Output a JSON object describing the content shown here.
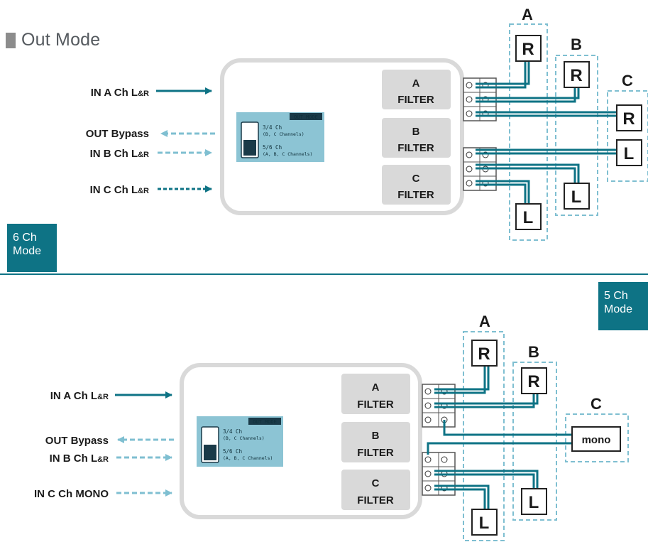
{
  "title": "Out Mode",
  "colors": {
    "accent": "#0e7385",
    "light": "#7fbfd1",
    "panel": "#d9d9d9",
    "switch_panel": "#8cc4d4"
  },
  "sections": [
    {
      "mode_label_line1": "6 Ch",
      "mode_label_line2": "Mode",
      "inputs": [
        "IN A Ch L",
        "IN B Ch L",
        "IN C Ch L"
      ],
      "inputs_suffix": "&R",
      "output": "OUT Bypass",
      "filters": [
        {
          "line1": "A",
          "line2": "FILTER"
        },
        {
          "line1": "B",
          "line2": "FILTER"
        },
        {
          "line1": "C",
          "line2": "FILTER"
        }
      ],
      "switch": {
        "badge": "OUT MODE",
        "opt1_line1": "3/4 Ch",
        "opt1_line2": "(B, C Channels)",
        "opt2_line1": "5/6 Ch",
        "opt2_line2": "(A, B, C Channels)"
      },
      "groups": [
        "A",
        "B",
        "C"
      ],
      "speakers": {
        "a_top": "R",
        "a_bottom": "L",
        "b_top": "R",
        "b_bottom": "L",
        "c_top": "R",
        "c_bottom": "L"
      }
    },
    {
      "mode_label_line1": "5 Ch",
      "mode_label_line2": "Mode",
      "inputs": [
        "IN A Ch L",
        "IN B Ch L",
        "IN C Ch MONO"
      ],
      "inputs_suffix": "&R",
      "output": "OUT Bypass",
      "filters": [
        {
          "line1": "A",
          "line2": "FILTER"
        },
        {
          "line1": "B",
          "line2": "FILTER"
        },
        {
          "line1": "C",
          "line2": "FILTER"
        }
      ],
      "switch": {
        "badge": "OUT MODE",
        "opt1_line1": "3/4 Ch",
        "opt1_line2": "(B, C Channels)",
        "opt2_line1": "5/6 Ch",
        "opt2_line2": "(A, B, C Channels)"
      },
      "groups": [
        "A",
        "B",
        "C"
      ],
      "speakers": {
        "a_top": "R",
        "a_bottom": "L",
        "b_top": "R",
        "b_bottom": "L",
        "c_mono": "mono"
      }
    }
  ]
}
